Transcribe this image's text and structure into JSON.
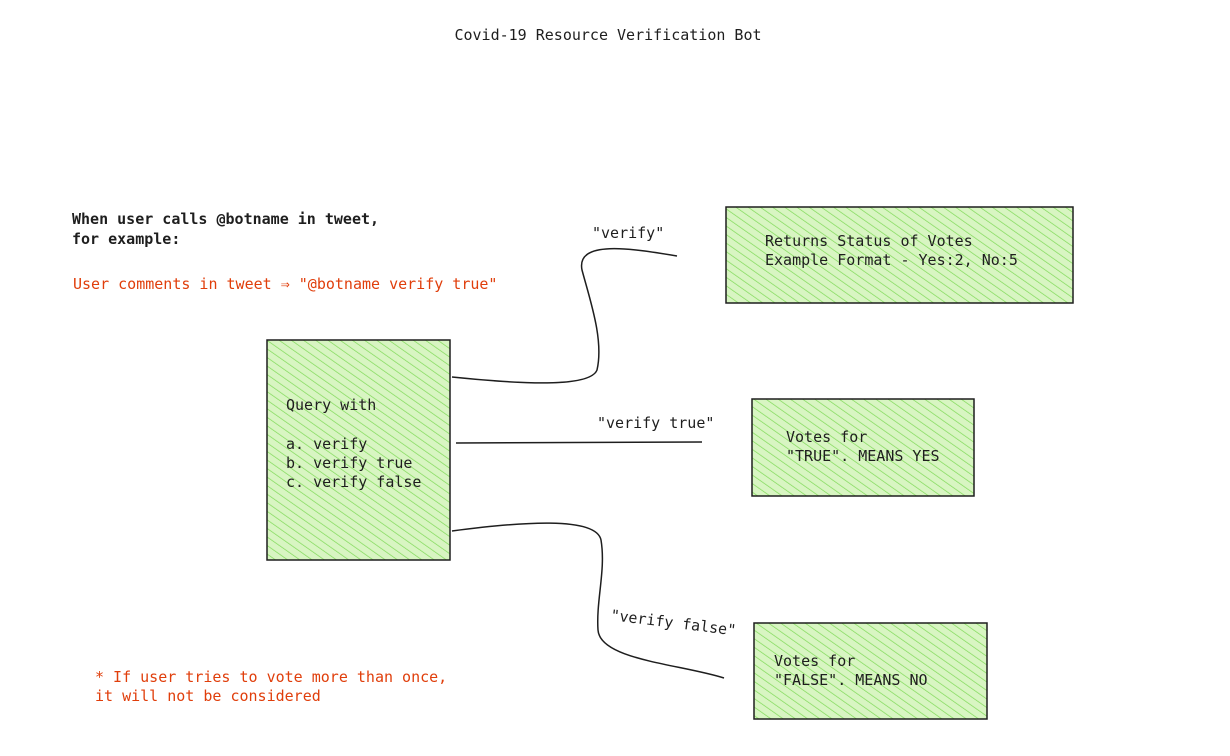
{
  "title": "Covid-19 Resource Verification Bot",
  "intro": {
    "line1": "When user calls @botname in tweet,",
    "line2": "for example:"
  },
  "example_comment": "User comments in tweet ⇒ \"@botname verify true\"",
  "footnote": {
    "line1": "* If user tries to vote more than once,",
    "line2": "it will not be considered"
  },
  "query_box": {
    "heading": "Query with",
    "options": [
      "a. verify",
      "b. verify true",
      "c. verify false"
    ]
  },
  "edges": {
    "verify": "\"verify\"",
    "verify_true": "\"verify true\"",
    "verify_false": "\"verify false\""
  },
  "status_box": {
    "line1": "Returns Status of Votes",
    "line2": "Example Format - Yes:2, No:5"
  },
  "true_box": {
    "line1": "Votes for",
    "line2": "\"TRUE\". MEANS YES"
  },
  "false_box": {
    "line1": "Votes for",
    "line2": "\"FALSE\". MEANS NO"
  },
  "colors": {
    "box_fill": "#d8f5c2",
    "hatch": "#7ed957",
    "stroke": "#1e1e1e",
    "accent_red": "#e03e0b"
  }
}
